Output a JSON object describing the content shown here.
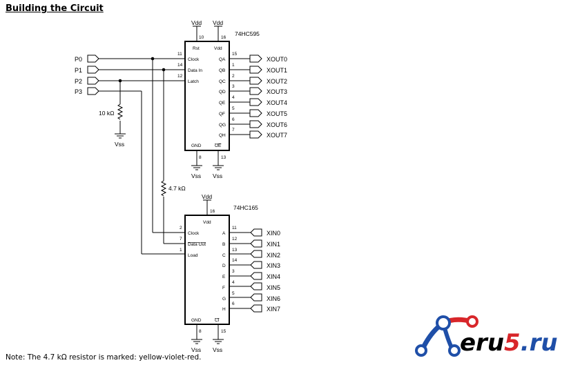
{
  "page": {
    "title": "Building the Circuit",
    "note": "Note: The 4.7 kΩ resistor is marked: yellow-violet-red."
  },
  "chip595": {
    "name": "74HC595",
    "rail_top_left": "Vdd",
    "rail_top_right": "Vdd",
    "pin_top_left_num": "10",
    "pin_top_right_num": "16",
    "label_rst": "Rst",
    "label_vdd": "Vdd",
    "left_pins": [
      {
        "num": "11",
        "name": "Clock"
      },
      {
        "num": "14",
        "name": "Data In"
      },
      {
        "num": "12",
        "name": "Latch"
      }
    ],
    "right_pins": [
      {
        "num": "15",
        "name": "QA",
        "port": "XOUT0"
      },
      {
        "num": "1",
        "name": "QB",
        "port": "XOUT1"
      },
      {
        "num": "2",
        "name": "QC",
        "port": "XOUT2"
      },
      {
        "num": "3",
        "name": "QD",
        "port": "XOUT3"
      },
      {
        "num": "4",
        "name": "QE",
        "port": "XOUT4"
      },
      {
        "num": "5",
        "name": "QF",
        "port": "XOUT5"
      },
      {
        "num": "6",
        "name": "QG",
        "port": "XOUT6"
      },
      {
        "num": "7",
        "name": "QH",
        "port": "XOUT7"
      }
    ],
    "label_gnd": "GND",
    "label_oe": "OE",
    "pin_bottom_left_num": "8",
    "pin_bottom_right_num": "13",
    "rail_bottom_left": "Vss",
    "rail_bottom_right": "Vss"
  },
  "chip165": {
    "name": "74HC165",
    "rail_top": "Vdd",
    "pin_top_num": "16",
    "label_vdd": "Vdd",
    "left_pins": [
      {
        "num": "2",
        "name": "Clock"
      },
      {
        "num": "7",
        "name": "Data Out"
      },
      {
        "num": "1",
        "name": "Load"
      }
    ],
    "right_pins": [
      {
        "num": "11",
        "name": "A",
        "port": "XIN0"
      },
      {
        "num": "12",
        "name": "B",
        "port": "XIN1"
      },
      {
        "num": "13",
        "name": "C",
        "port": "XIN2"
      },
      {
        "num": "14",
        "name": "D",
        "port": "XIN3"
      },
      {
        "num": "3",
        "name": "E",
        "port": "XIN4"
      },
      {
        "num": "4",
        "name": "F",
        "port": "XIN5"
      },
      {
        "num": "5",
        "name": "G",
        "port": "XIN6"
      },
      {
        "num": "6",
        "name": "H",
        "port": "XIN7"
      }
    ],
    "label_gnd": "GND",
    "label_ci": "CI",
    "pin_bottom_left_num": "8",
    "pin_bottom_right_num": "15",
    "rail_bottom_left": "Vss",
    "rail_bottom_right": "Vss"
  },
  "inputs": [
    "P0",
    "P1",
    "P2",
    "P3"
  ],
  "resistors": {
    "r1_label": "10 kΩ",
    "r1_rail": "Vss",
    "r2_label": "4.7 kΩ"
  },
  "logo": {
    "text": "Neru5.ru",
    "colors": {
      "blue": "#1f4fa8",
      "red": "#d8262a"
    }
  }
}
